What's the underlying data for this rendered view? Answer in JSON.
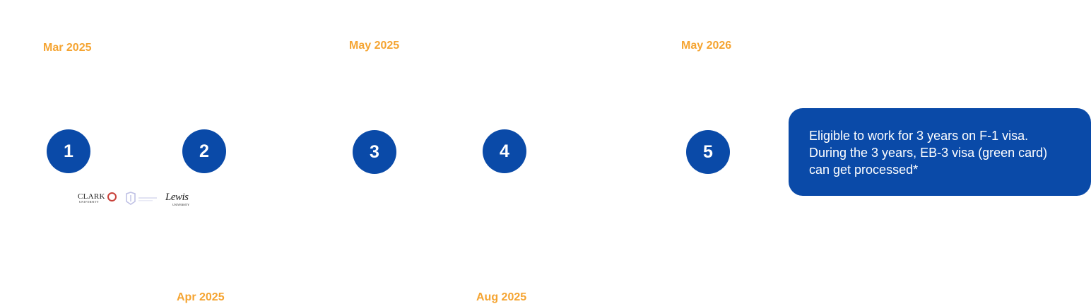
{
  "timeline": {
    "accent_color": "#f5a431",
    "step_color": "#0a4aa8",
    "steps": [
      {
        "number": "1",
        "date": "Mar 2025"
      },
      {
        "number": "2",
        "date": "Apr 2025"
      },
      {
        "number": "3",
        "date": "May 2025"
      },
      {
        "number": "4",
        "date": "Aug 2025"
      },
      {
        "number": "5",
        "date": "May 2026"
      }
    ]
  },
  "callout": {
    "lines": [
      "Eligible to work for 3 years on F-1 visa.",
      "During the 3 years, EB-3 visa (green card)",
      "can get processed*"
    ]
  },
  "logos": {
    "clark": "CLARK",
    "clark_sub": "UNIVERSITY",
    "lewis": "Lewis",
    "lewis_sub": "UNIVERSITY"
  }
}
